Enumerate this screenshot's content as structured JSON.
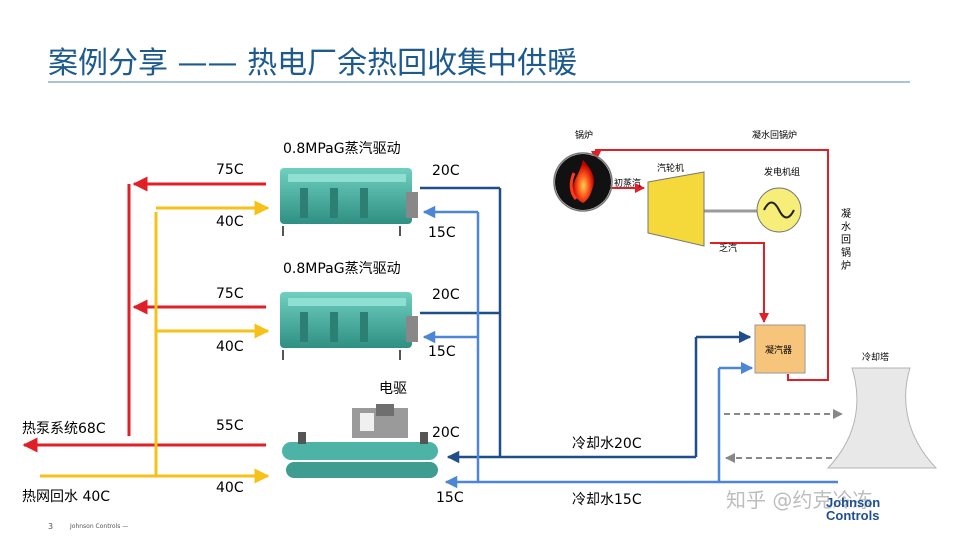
{
  "title": "案例分享 —— 热电厂余热回收集中供暖",
  "units": {
    "steam1_label": "0.8MPaG蒸汽驱动",
    "steam2_label": "0.8MPaG蒸汽驱动",
    "electric_label": "电驱"
  },
  "temps": {
    "u1_out": "75C",
    "u1_in": "40C",
    "u1_cw_out": "20C",
    "u1_cw_in": "15C",
    "u2_out": "75C",
    "u2_in": "40C",
    "u2_cw_out": "20C",
    "u2_cw_in": "15C",
    "u3_out": "55C",
    "u3_in": "40C",
    "u3_cw_out": "20C",
    "u3_cw_in": "15C"
  },
  "mains": {
    "supply": "热泵系统68C",
    "return": "热网回水 40C",
    "cooling_return": "冷却水20C",
    "cooling_supply": "冷却水15C"
  },
  "plant": {
    "boiler": "锅炉",
    "initial_steam": "初蒸汽",
    "turbine": "汽轮机",
    "generator": "发电机组",
    "exhaust_steam": "乏汽",
    "condensate_return_top": "凝水回锅炉",
    "condensate_return_side": "凝水回锅炉",
    "condenser": "凝汽器",
    "cooling_tower": "冷却塔"
  },
  "footer": {
    "page": "3",
    "company": "Johnson Controls —"
  },
  "watermark": "知乎 @约克冷冻",
  "logo": {
    "line1": "Johnson",
    "line2": "Controls"
  },
  "colors": {
    "hot": "#e21f26",
    "return": "#f5c21b",
    "cooling_hot": "#1f4e8c",
    "cooling_cold": "#4d86d6",
    "title": "#1d5a8e",
    "chiller": "#46b5a4"
  }
}
